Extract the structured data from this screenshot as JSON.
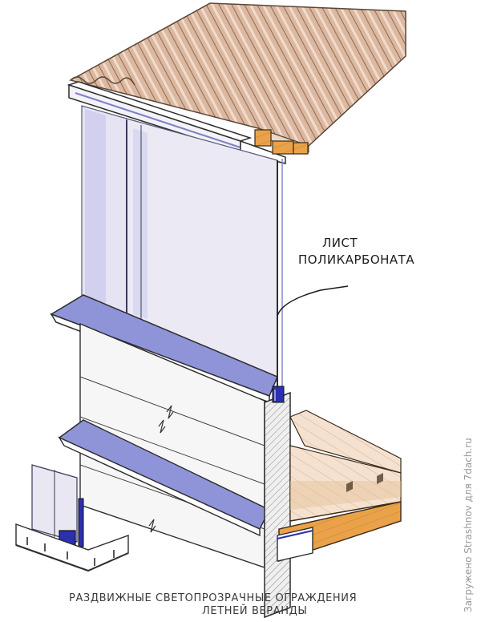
{
  "callout": {
    "line1": "ЛИСТ",
    "line2": "ПОЛИКАРБОНАТА"
  },
  "caption": {
    "line1": "РАЗДВИЖНЫЕ СВЕТОПРОЗРАЧНЫЕ ОГРАЖДЕНИЯ",
    "line2": "ЛЕТНЕЙ ВЕРАНДЫ"
  },
  "watermark": "Загружено Strashnov для 7dach.ru",
  "colors": {
    "roof": "#d9b39a",
    "roof_line": "#8c6a55",
    "glass": "#e2e0f0",
    "glass_edge": "#7d7fc9",
    "sill": "#8f93d8",
    "wall": "#f4f4f4",
    "wall_hatch": "#8a8a8a",
    "wood": "#e9a24a",
    "wood_dark": "#c98432",
    "profile": "#2b2fb0"
  }
}
